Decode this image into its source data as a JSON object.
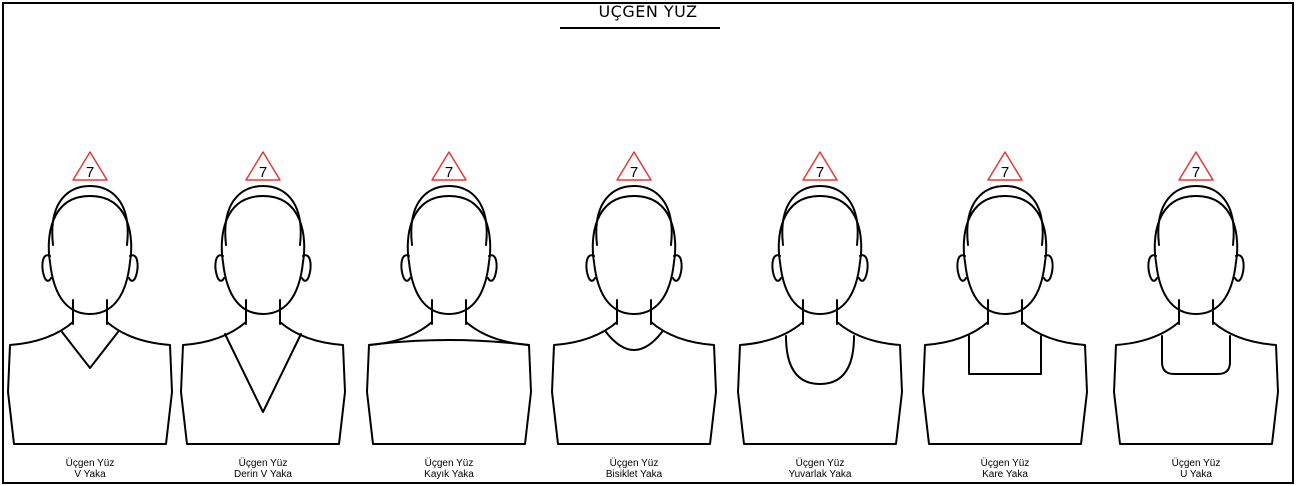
{
  "title": "ÜÇGEN YÜZ",
  "badge_color": "#e53935",
  "figures": [
    {
      "neckline": "v",
      "badge": "7",
      "line1": "Üçgen Yüz",
      "line2": "V Yaka"
    },
    {
      "neckline": "deep-v",
      "badge": "7",
      "line1": "Üçgen Yüz",
      "line2": "Derin V Yaka"
    },
    {
      "neckline": "boat",
      "badge": "7",
      "line1": "Üçgen Yüz",
      "line2": "Kayık Yaka"
    },
    {
      "neckline": "crew",
      "badge": "7",
      "line1": "Üçgen Yüz",
      "line2": "Bisiklet Yaka"
    },
    {
      "neckline": "round",
      "badge": "7",
      "line1": "Üçgen Yüz",
      "line2": "Yuvarlak Yaka"
    },
    {
      "neckline": "square",
      "badge": "7",
      "line1": "Üçgen Yüz",
      "line2": "Kare Yaka"
    },
    {
      "neckline": "u",
      "badge": "7",
      "line1": "Üçgen Yüz",
      "line2": "U Yaka"
    }
  ]
}
